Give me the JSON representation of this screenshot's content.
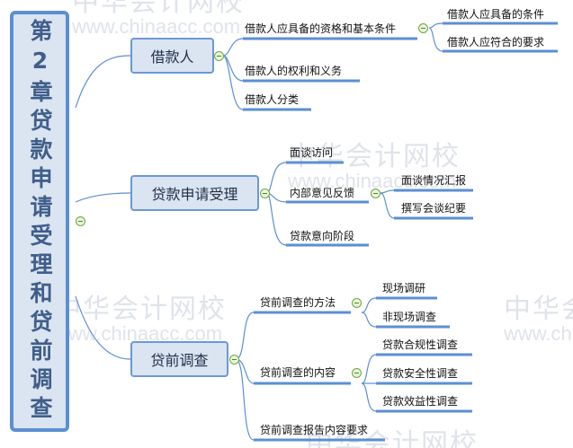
{
  "watermark": {
    "cn": "中华会计网校",
    "en": "www.chinaacc.com"
  },
  "root": {
    "title": "第2章贷款申请受理和贷前调查"
  },
  "branches": [
    {
      "label": "借款人",
      "children": [
        {
          "label": "借款人应具备的资格和基本条件",
          "children": [
            {
              "label": "借款人应具备的条件"
            },
            {
              "label": "借款人应符合的要求"
            }
          ]
        },
        {
          "label": "借款人的权利和义务"
        },
        {
          "label": "借款人分类"
        }
      ]
    },
    {
      "label": "贷款申请受理",
      "children": [
        {
          "label": "面谈访问"
        },
        {
          "label": "内部意见反馈",
          "children": [
            {
              "label": "面谈情况汇报"
            },
            {
              "label": "撰写会谈纪要"
            }
          ]
        },
        {
          "label": "贷款意向阶段"
        }
      ]
    },
    {
      "label": "贷前调查",
      "children": [
        {
          "label": "贷前调查的方法",
          "children": [
            {
              "label": "现场调研"
            },
            {
              "label": "非现场调查"
            }
          ]
        },
        {
          "label": "贷前调查的内容",
          "children": [
            {
              "label": "贷款合规性调查"
            },
            {
              "label": "贷款安全性调查"
            },
            {
              "label": "贷款效益性调查"
            }
          ]
        },
        {
          "label": "贷前调查报告内容要求"
        }
      ]
    }
  ],
  "colors": {
    "line": "#5b8fd3",
    "box": "#dbe4f1",
    "toggle": "#6aa83a"
  }
}
